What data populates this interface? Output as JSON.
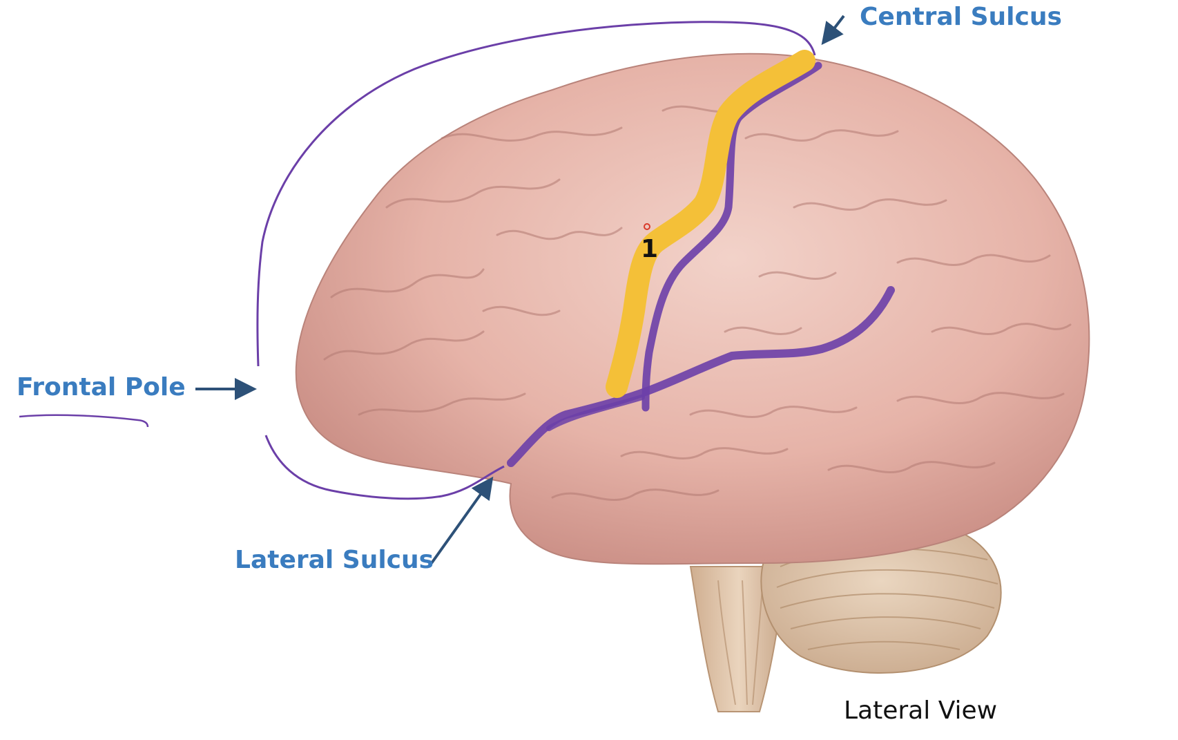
{
  "labels": {
    "central_sulcus": "Central Sulcus",
    "frontal_pole": "Frontal Pole",
    "lateral_sulcus": "Lateral Sulcus",
    "lateral_view": "Lateral View",
    "marker": "1"
  },
  "colors": {
    "label_blue": "#3a7cbf",
    "arrow_navy": "#2d5178",
    "annotation_purple": "#6b3fa8",
    "highlight_yellow": "#f4c038",
    "brain_pink": "#e8b8ad",
    "brain_shadow": "#c98d84",
    "cerebellum_tan": "#dcc3a8"
  }
}
